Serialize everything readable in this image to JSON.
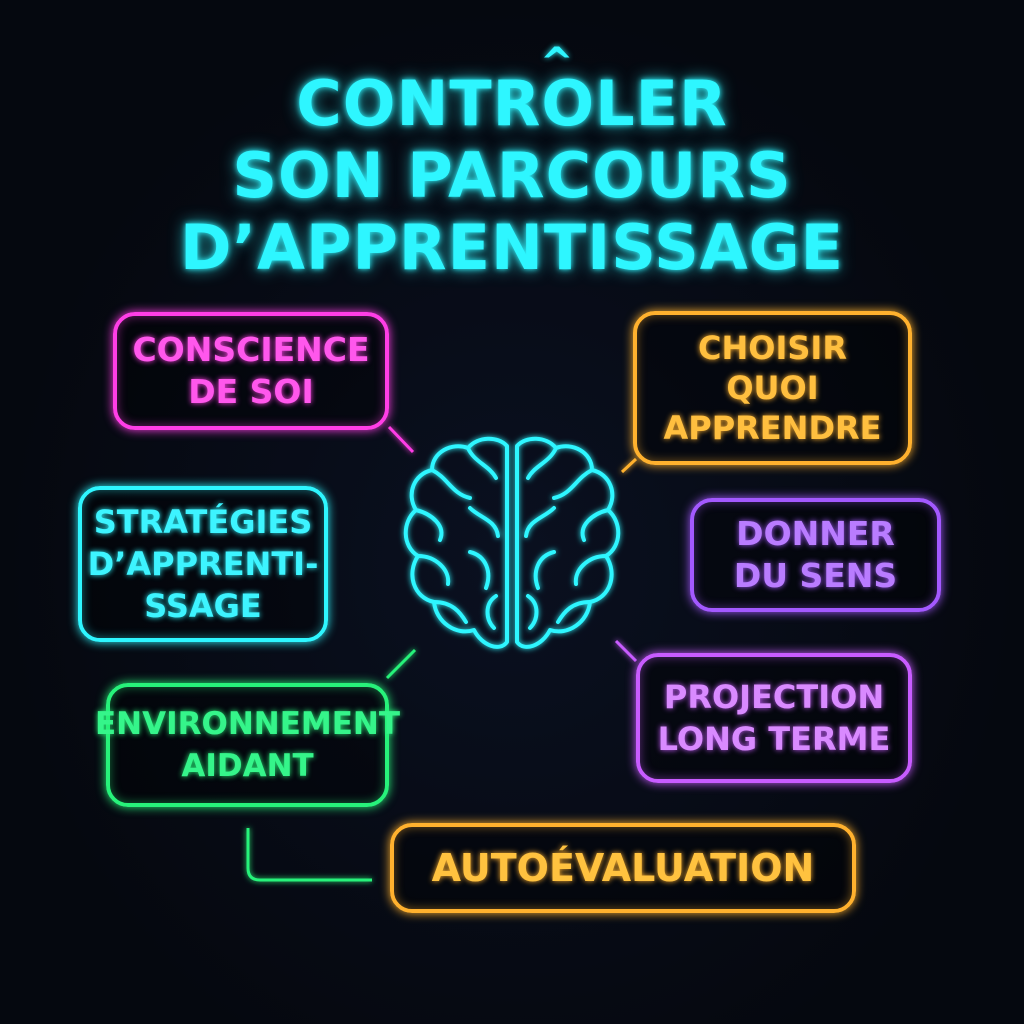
{
  "title": {
    "line1": "CONTROLER",
    "accent": "^",
    "line2": "SON PARCOURS",
    "line3": "D’APPRENTISSAGE"
  },
  "nodes": {
    "conscience": [
      "CONSCIENCE",
      "DE SOI"
    ],
    "strategies": [
      "STRATÉGIES",
      "D’APPRENTI-",
      "SSAGE"
    ],
    "environnement": [
      "ENVIRONNEMENT",
      "AIDANT"
    ],
    "choisir": [
      "CHOISIR",
      "QUOI",
      "APPRENDRE"
    ],
    "donner": [
      "DONNER",
      "DU SENS"
    ],
    "projection": [
      "PROJECTION",
      "LONG TERME"
    ],
    "autoevaluation": [
      "AUTOÉVALUATION"
    ]
  },
  "center_icon": "brain-icon",
  "colors": {
    "title": "#2ef6ff",
    "conscience": "#ff3ee6",
    "strategies": "#2ef6ff",
    "environnement": "#27f27a",
    "choisir": "#ffb12e",
    "donner": "#a359ff",
    "projection": "#c85cff",
    "autoevaluation": "#ffb12e",
    "brain": "#2ef6ff",
    "background": "#05080f"
  }
}
